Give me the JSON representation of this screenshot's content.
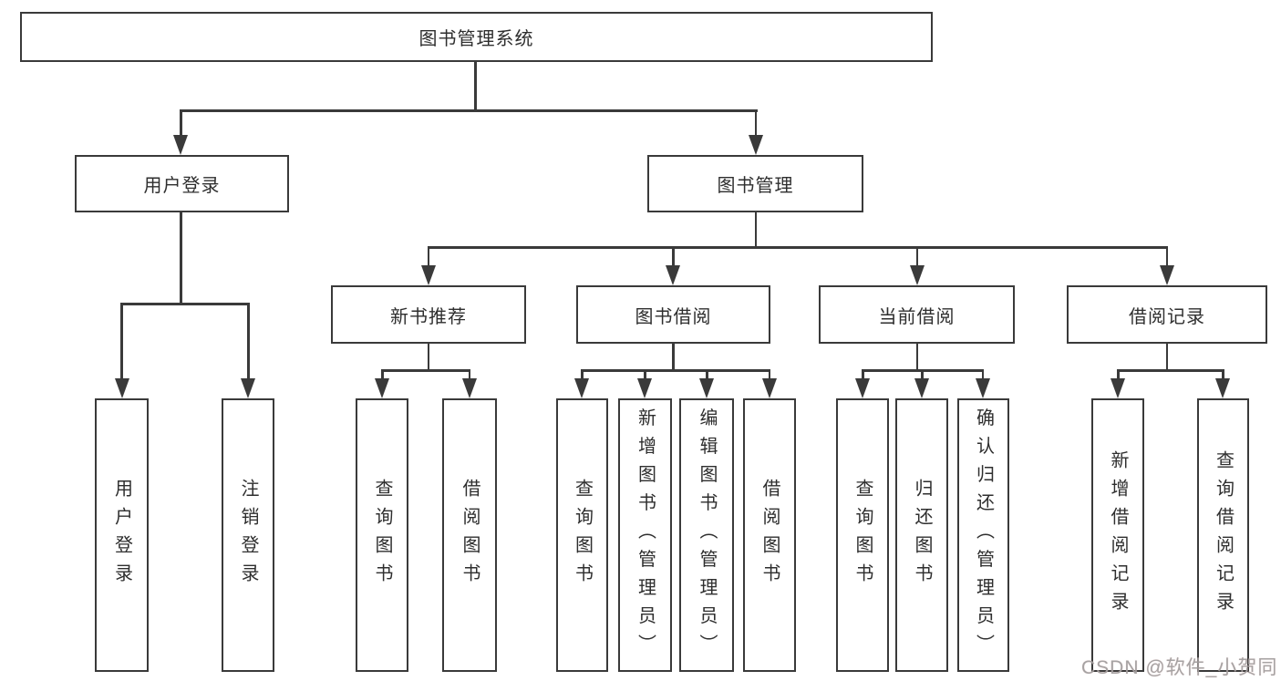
{
  "root": {
    "label": "图书管理系统"
  },
  "level2": {
    "user_login": "用户登录",
    "book_management": "图书管理"
  },
  "level3": {
    "new_book_recommend": "新书推荐",
    "book_borrow": "图书借阅",
    "current_borrow": "当前借阅",
    "borrow_record": "借阅记录"
  },
  "leaves": {
    "user_login": [
      "用户登录",
      "注销登录"
    ],
    "new_book_recommend": [
      "查询图书",
      "借阅图书"
    ],
    "book_borrow": [
      "查询图书",
      "新增图书（管理员）",
      "编辑图书（管理员）",
      "借阅图书"
    ],
    "current_borrow": [
      "查询图书",
      "归还图书",
      "确认归还（管理员）"
    ],
    "borrow_record": [
      "新增借阅记录",
      "查询借阅记录"
    ]
  },
  "watermark": "CSDN @软件_小贺同学",
  "colors": {
    "line": "#3a3a3a",
    "box_border": "#3a3a3a",
    "text": "#2e2e2e",
    "background": "#ffffff",
    "watermark": "#9e9e9e"
  }
}
